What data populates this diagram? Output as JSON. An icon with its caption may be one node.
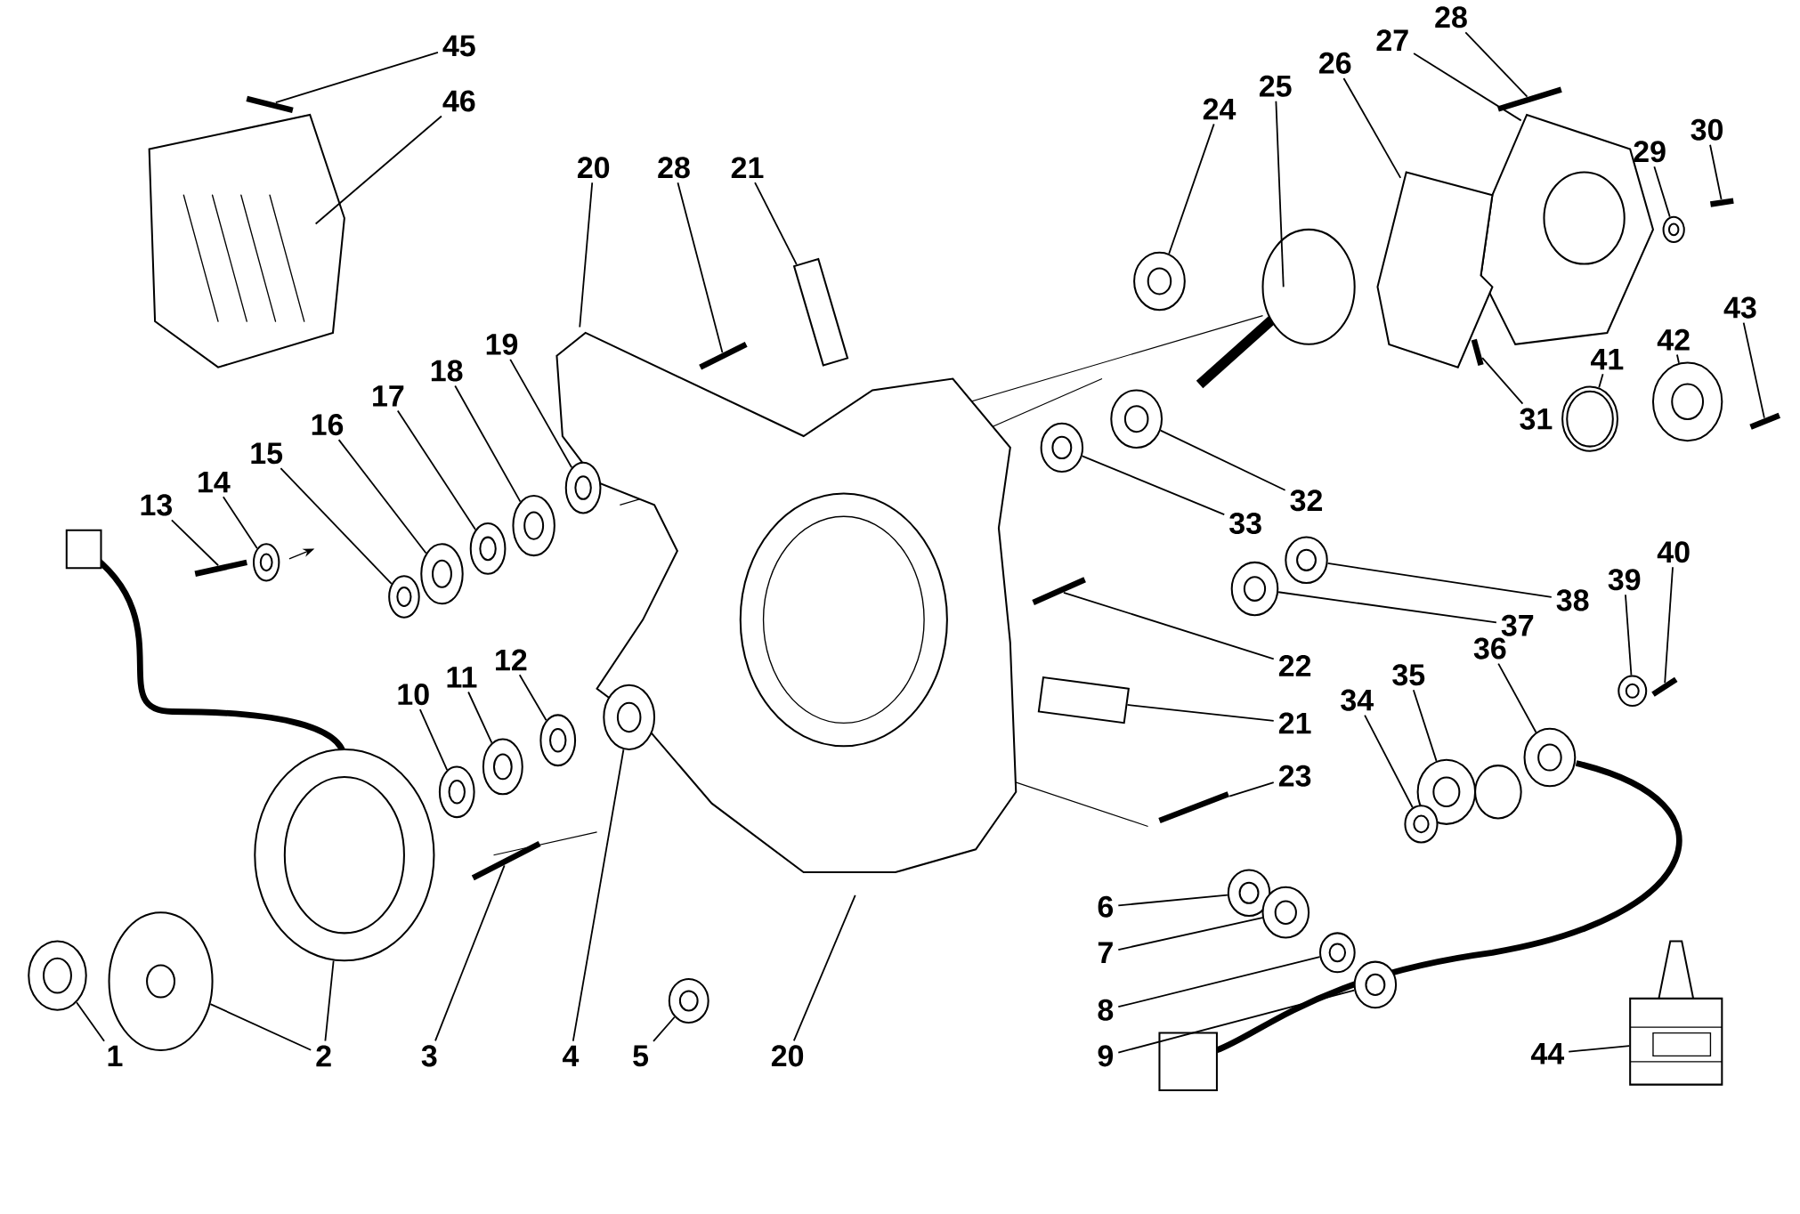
{
  "diagram": {
    "nodes": [
      {
        "text": [
          "28"
        ]
      },
      {
        "text": [
          "27"
        ]
      },
      {
        "text": [
          "45"
        ]
      },
      {
        "text": [
          "26"
        ]
      },
      {
        "text": [
          "25"
        ]
      },
      {
        "text": [
          "46"
        ]
      },
      {
        "text": [
          "24"
        ]
      },
      {
        "text": [
          "30"
        ]
      },
      {
        "text": [
          "29"
        ]
      },
      {
        "text": [
          "20"
        ]
      },
      {
        "text": [
          "28"
        ]
      },
      {
        "text": [
          "21"
        ]
      },
      {
        "text": [
          "43"
        ]
      },
      {
        "text": [
          "42"
        ]
      },
      {
        "text": [
          "19"
        ]
      },
      {
        "text": [
          "41"
        ]
      },
      {
        "text": [
          "18"
        ]
      },
      {
        "text": [
          "31"
        ]
      },
      {
        "text": [
          "17"
        ]
      },
      {
        "text": [
          "16"
        ]
      },
      {
        "text": [
          "15"
        ]
      },
      {
        "text": [
          "14"
        ]
      },
      {
        "text": [
          "32"
        ]
      },
      {
        "text": [
          "13"
        ]
      },
      {
        "text": [
          "33"
        ]
      },
      {
        "text": [
          "40"
        ]
      },
      {
        "text": [
          "39"
        ]
      },
      {
        "text": [
          "38"
        ]
      },
      {
        "text": [
          "37"
        ]
      },
      {
        "text": [
          "36"
        ]
      },
      {
        "text": [
          "22"
        ]
      },
      {
        "text": [
          "35"
        ]
      },
      {
        "text": [
          "10"
        ]
      },
      {
        "text": [
          "11"
        ]
      },
      {
        "text": [
          "12"
        ]
      },
      {
        "text": [
          "34"
        ]
      },
      {
        "text": [
          "21"
        ]
      },
      {
        "text": [
          "23"
        ]
      },
      {
        "text": [
          "6"
        ]
      },
      {
        "text": [
          "7"
        ]
      },
      {
        "text": [
          "8"
        ]
      },
      {
        "text": [
          "9"
        ]
      },
      {
        "text": [
          "1"
        ]
      },
      {
        "text": [
          "2"
        ]
      },
      {
        "text": [
          "3"
        ]
      },
      {
        "text": [
          "4"
        ]
      },
      {
        "text": [
          "5"
        ]
      },
      {
        "text": [
          "20"
        ]
      },
      {
        "text": [
          "44"
        ]
      },
      {
        "text": [],
        "shape": "circle"
      },
      {
        "text": [],
        "shape": "circle"
      },
      {
        "text": [],
        "shape": "circle"
      },
      {
        "text": [],
        "shape": "circle"
      },
      {
        "text": [],
        "shape": "circle"
      },
      {
        "text": [],
        "shape": "circle"
      },
      {
        "text": [],
        "shape": "circle"
      },
      {
        "text": [],
        "shape": "circle"
      },
      {
        "text": [],
        "shape": "circle"
      },
      {
        "text": [],
        "shape": "circle"
      },
      {
        "text": [],
        "shape": "circle"
      },
      {
        "text": [],
        "shape": "circle"
      },
      {
        "text": [],
        "shape": "circle"
      },
      {
        "text": [],
        "shape": "circle"
      },
      {
        "text": [],
        "shape": "circle"
      },
      {
        "text": [],
        "shape": "circle"
      },
      {
        "text": [],
        "shape": "circle"
      },
      {
        "text": [],
        "shape": "circle"
      },
      {
        "text": [],
        "shape": "circle"
      },
      {
        "text": [],
        "shape": "circle"
      },
      {
        "text": [],
        "shape": "circle"
      },
      {
        "text": [],
        "shape": "circle"
      },
      {
        "text": [],
        "shape": "circle"
      },
      {
        "text": [],
        "shape": "circle"
      },
      {
        "text": [],
        "shape": "circle"
      },
      {
        "text": [],
        "shape": "circle"
      },
      {
        "text": [],
        "shape": "cylinder"
      },
      {
        "text": [],
        "shape": "cylinder"
      },
      {
        "text": [],
        "shape": "circle"
      },
      {
        "text": [],
        "shape": "picture"
      },
      {
        "text": [],
        "shape": "bar"
      },
      {
        "text": [],
        "shape": "picture"
      },
      {
        "text": [],
        "shape": "bar"
      },
      {
        "text": [],
        "shape": "picture"
      },
      {
        "text": [],
        "shape": "picture"
      },
      {
        "text": [],
        "shape": "picture"
      },
      {
        "text": [],
        "shape": "bar"
      },
      {
        "text": [],
        "shape": "circle"
      },
      {
        "text": [],
        "shape": "picture"
      },
      {
        "text": [],
        "shape": "bar"
      },
      {
        "text": [],
        "shape": "bar"
      },
      {
        "text": [],
        "shape": "bar"
      },
      {
        "text": [],
        "shape": "bar"
      },
      {
        "text": [],
        "shape": "bar"
      },
      {
        "text": [],
        "shape": "bar"
      },
      {
        "text": [],
        "shape": "bar"
      },
      {
        "text": [],
        "shape": "circle"
      },
      {
        "text": [],
        "shape": "circle"
      },
      {
        "text": [],
        "shape": "bar"
      }
    ],
    "edges": [
      {
        "from": 0,
        "to": 79,
        "arrow": "none"
      },
      {
        "from": 1,
        "to": 80,
        "arrow": "none"
      },
      {
        "from": 2,
        "to": 81,
        "arrow": "none"
      },
      {
        "from": 3,
        "to": 82,
        "arrow": "none"
      },
      {
        "from": 4,
        "to": 83,
        "arrow": "none"
      },
      {
        "from": 5,
        "to": 84,
        "arrow": "none"
      },
      {
        "from": 6,
        "to": 49,
        "arrow": "none"
      },
      {
        "from": 7,
        "to": 85,
        "arrow": "none"
      },
      {
        "from": 8,
        "to": 86,
        "arrow": "none"
      },
      {
        "from": 9,
        "to": 87,
        "arrow": "none"
      },
      {
        "from": 10,
        "to": 88,
        "arrow": "none"
      },
      {
        "from": 11,
        "to": 75,
        "arrow": "none"
      },
      {
        "from": 12,
        "to": 89,
        "arrow": "none"
      },
      {
        "from": 13,
        "to": 50,
        "arrow": "none"
      },
      {
        "from": 14,
        "to": 51,
        "arrow": "none"
      },
      {
        "from": 15,
        "to": 52,
        "arrow": "none"
      },
      {
        "from": 16,
        "to": 53,
        "arrow": "none"
      },
      {
        "from": 17,
        "to": 90,
        "arrow": "none"
      },
      {
        "from": 18,
        "to": 54,
        "arrow": "none"
      },
      {
        "from": 19,
        "to": 55,
        "arrow": "none"
      },
      {
        "from": 20,
        "to": 56,
        "arrow": "none"
      },
      {
        "from": 21,
        "to": 57,
        "arrow": "none"
      },
      {
        "from": 22,
        "to": 58,
        "arrow": "none"
      },
      {
        "from": 23,
        "to": 91,
        "arrow": "none"
      },
      {
        "from": 24,
        "to": 59,
        "arrow": "none"
      },
      {
        "from": 25,
        "to": 92,
        "arrow": "none"
      },
      {
        "from": 26,
        "to": 60,
        "arrow": "none"
      },
      {
        "from": 27,
        "to": 61,
        "arrow": "none"
      },
      {
        "from": 28,
        "to": 62,
        "arrow": "none"
      },
      {
        "from": 29,
        "to": 63,
        "arrow": "none"
      },
      {
        "from": 30,
        "to": 93,
        "arrow": "none"
      },
      {
        "from": 31,
        "to": 64,
        "arrow": "none"
      },
      {
        "from": 32,
        "to": 65,
        "arrow": "none"
      },
      {
        "from": 33,
        "to": 66,
        "arrow": "none"
      },
      {
        "from": 34,
        "to": 67,
        "arrow": "none"
      },
      {
        "from": 35,
        "to": 68,
        "arrow": "none"
      },
      {
        "from": 36,
        "to": 76,
        "arrow": "none"
      },
      {
        "from": 37,
        "to": 94,
        "arrow": "none"
      },
      {
        "from": 38,
        "to": 69,
        "arrow": "none"
      },
      {
        "from": 39,
        "to": 70,
        "arrow": "none"
      },
      {
        "from": 40,
        "to": 71,
        "arrow": "none"
      },
      {
        "from": 41,
        "to": 72,
        "arrow": "none"
      },
      {
        "from": 42,
        "to": 95,
        "arrow": "none"
      },
      {
        "from": 43,
        "to": 77,
        "arrow": "none"
      },
      {
        "from": 43,
        "to": 96,
        "arrow": "none"
      },
      {
        "from": 44,
        "to": 97,
        "arrow": "none"
      },
      {
        "from": 45,
        "to": 73,
        "arrow": "none"
      },
      {
        "from": 46,
        "to": 74,
        "arrow": "none"
      },
      {
        "from": 47,
        "to": 87,
        "arrow": "none"
      },
      {
        "from": 48,
        "to": 78,
        "arrow": "none"
      }
    ]
  }
}
